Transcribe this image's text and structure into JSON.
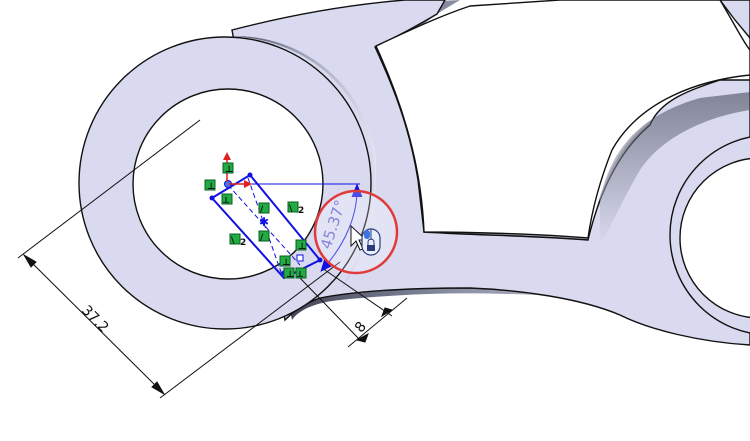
{
  "app": {
    "view": "sketch-on-face",
    "accent_color": "#1010e0",
    "relation_icon_color": "#22aa44",
    "highlight_ring_color": "#e03a3a"
  },
  "dimensions": {
    "diagonal_length": "37.2",
    "slot_width": "8",
    "angle": "45.37°"
  },
  "relation_badges": {
    "equal_a": "2",
    "equal_b": "2"
  },
  "cursor": {
    "icon": "mouse-pointer-with-lock-icon"
  }
}
